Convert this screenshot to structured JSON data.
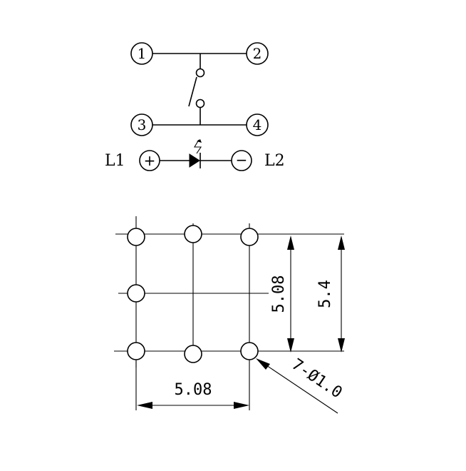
{
  "schematic": {
    "pins": [
      "1",
      "2",
      "3",
      "4"
    ],
    "led_left_label": "L1",
    "led_right_label": "L2",
    "plus_sign": "+",
    "minus_sign": "−"
  },
  "footprint": {
    "dim_horizontal": "5.08",
    "dim_vertical_inner": "5.08",
    "dim_vertical_outer": "5.4",
    "hole_callout": "7-Ø1.0",
    "hole_count": 7
  }
}
